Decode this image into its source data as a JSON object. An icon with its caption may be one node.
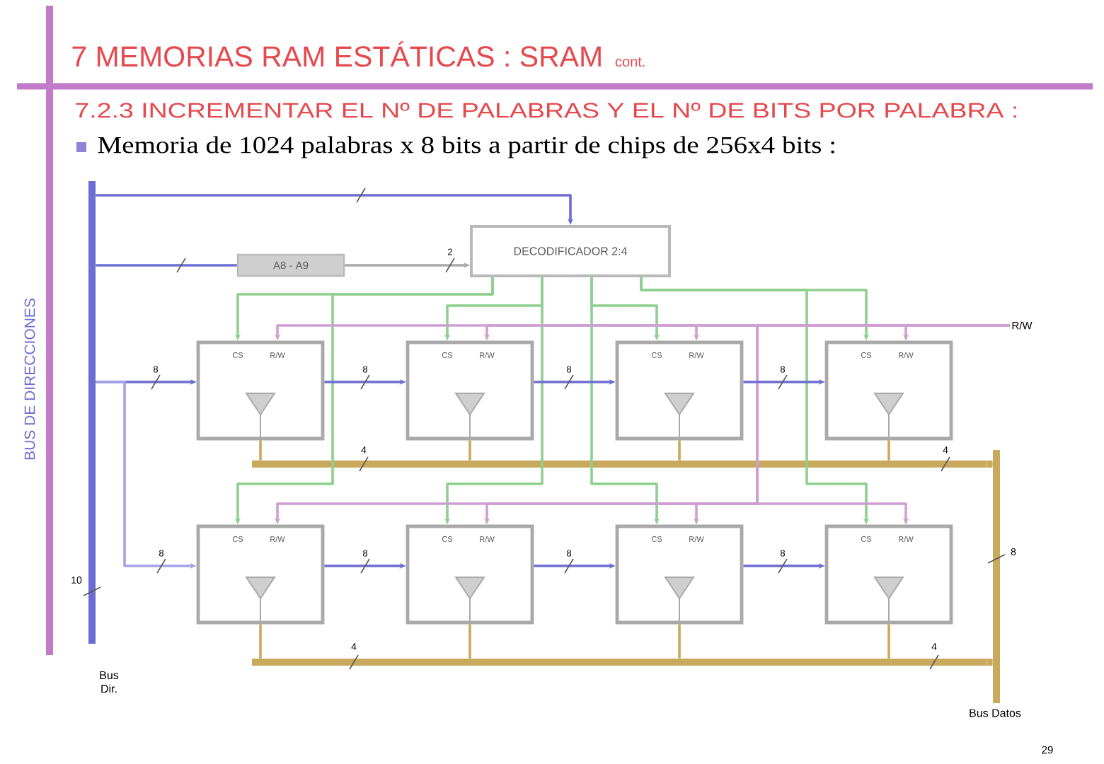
{
  "diagram": {
    "title": "7 MEMORIAS RAM ESTÁTICAS : SRAM",
    "nodes": [
      {
        "text": [],
        "shape": "bar",
        "beside": [
          "10",
          "Bus Dir."
        ]
      },
      {
        "text": [
          "A8 - A9"
        ]
      },
      {
        "text": [
          "DECODIFICADOR 2:4"
        ]
      },
      {
        "text": [
          "R/W"
        ]
      },
      {
        "text": [
          "CS",
          "R/W"
        ]
      },
      {
        "text": [
          "CS",
          "R/W"
        ]
      },
      {
        "text": [
          "CS",
          "R/W"
        ]
      },
      {
        "text": [
          "CS",
          "R/W"
        ]
      },
      {
        "text": [
          "CS",
          "R/W"
        ]
      },
      {
        "text": [
          "CS",
          "R/W"
        ]
      },
      {
        "text": [
          "CS",
          "R/W"
        ]
      },
      {
        "text": [
          "CS",
          "R/W"
        ]
      },
      {
        "text": [],
        "shape": "bar",
        "beside": [
          "4",
          "4"
        ]
      },
      {
        "text": [],
        "shape": "bar",
        "beside": [
          "4",
          "4"
        ]
      },
      {
        "text": [],
        "shape": "bar",
        "beside": [
          "8",
          "Bus Datos"
        ]
      }
    ],
    "edges": [
      {
        "from": 0,
        "to": 2,
        "arrow": "to",
        "color": "#6c6cd2"
      },
      {
        "from": 0,
        "to": 1,
        "arrow": "none",
        "color": "#6c6cd2"
      },
      {
        "from": 1,
        "to": 2,
        "arrow": "to",
        "label": "2",
        "color": "#a9a9a9"
      },
      {
        "from": 2,
        "to": 4,
        "arrow": "to",
        "color": "#8fcf8f"
      },
      {
        "from": 2,
        "to": 5,
        "arrow": "to",
        "color": "#8fcf8f"
      },
      {
        "from": 2,
        "to": 6,
        "arrow": "to",
        "color": "#8fcf8f"
      },
      {
        "from": 2,
        "to": 7,
        "arrow": "to",
        "color": "#8fcf8f"
      },
      {
        "from": 2,
        "to": 8,
        "arrow": "to",
        "color": "#8fcf8f"
      },
      {
        "from": 2,
        "to": 9,
        "arrow": "to",
        "color": "#8fcf8f"
      },
      {
        "from": 2,
        "to": 10,
        "arrow": "to",
        "color": "#8fcf8f"
      },
      {
        "from": 2,
        "to": 11,
        "arrow": "to",
        "color": "#8fcf8f"
      },
      {
        "from": 3,
        "to": 4,
        "arrow": "to",
        "color": "#cf9fd3"
      },
      {
        "from": 3,
        "to": 5,
        "arrow": "to",
        "color": "#cf9fd3"
      },
      {
        "from": 3,
        "to": 6,
        "arrow": "to",
        "color": "#cf9fd3"
      },
      {
        "from": 3,
        "to": 7,
        "arrow": "to",
        "color": "#cf9fd3"
      },
      {
        "from": 3,
        "to": 8,
        "arrow": "to",
        "color": "#cf9fd3"
      },
      {
        "from": 3,
        "to": 9,
        "arrow": "to",
        "color": "#cf9fd3"
      },
      {
        "from": 3,
        "to": 10,
        "arrow": "to",
        "color": "#cf9fd3"
      },
      {
        "from": 3,
        "to": 11,
        "arrow": "to",
        "color": "#cf9fd3"
      },
      {
        "from": 0,
        "to": 4,
        "arrow": "to",
        "label": "8",
        "color": "#6c6cd2"
      },
      {
        "from": 4,
        "to": 5,
        "arrow": "to",
        "label": "8",
        "color": "#6c6cd2"
      },
      {
        "from": 5,
        "to": 6,
        "arrow": "to",
        "label": "8",
        "color": "#6c6cd2"
      },
      {
        "from": 6,
        "to": 7,
        "arrow": "to",
        "label": "8",
        "color": "#6c6cd2"
      },
      {
        "from": 0,
        "to": 8,
        "arrow": "to",
        "label": "8",
        "color": "#a3a3e6"
      },
      {
        "from": 8,
        "to": 9,
        "arrow": "to",
        "label": "8",
        "color": "#6c6cd2"
      },
      {
        "from": 9,
        "to": 10,
        "arrow": "to",
        "label": "8",
        "color": "#6c6cd2"
      },
      {
        "from": 10,
        "to": 11,
        "arrow": "to",
        "label": "8",
        "color": "#6c6cd2"
      },
      {
        "from": 4,
        "to": 12,
        "arrow": "none",
        "color": "#c9a95c"
      },
      {
        "from": 5,
        "to": 12,
        "arrow": "none",
        "color": "#c9a95c"
      },
      {
        "from": 6,
        "to": 12,
        "arrow": "none",
        "color": "#c9a95c"
      },
      {
        "from": 7,
        "to": 12,
        "arrow": "none",
        "color": "#c9a95c"
      },
      {
        "from": 8,
        "to": 13,
        "arrow": "none",
        "color": "#c9a95c"
      },
      {
        "from": 9,
        "to": 13,
        "arrow": "none",
        "color": "#c9a95c"
      },
      {
        "from": 10,
        "to": 13,
        "arrow": "none",
        "color": "#c9a95c"
      },
      {
        "from": 11,
        "to": 13,
        "arrow": "none",
        "color": "#c9a95c"
      },
      {
        "from": 12,
        "to": 14,
        "arrow": "none",
        "style": "thick",
        "color": "#c9a95c"
      },
      {
        "from": 13,
        "to": 14,
        "arrow": "none",
        "style": "thick",
        "color": "#c9a95c"
      }
    ],
    "labels": [
      "cont.",
      "7.2.3 INCREMENTAR EL Nº DE PALABRAS Y EL Nº DE BITS POR PALABRA :",
      "Memoria de 1024 palabras x 8 bits a partir de chips de 256x4 bits :",
      "BUS DE DIRECCIONES",
      "29"
    ]
  }
}
